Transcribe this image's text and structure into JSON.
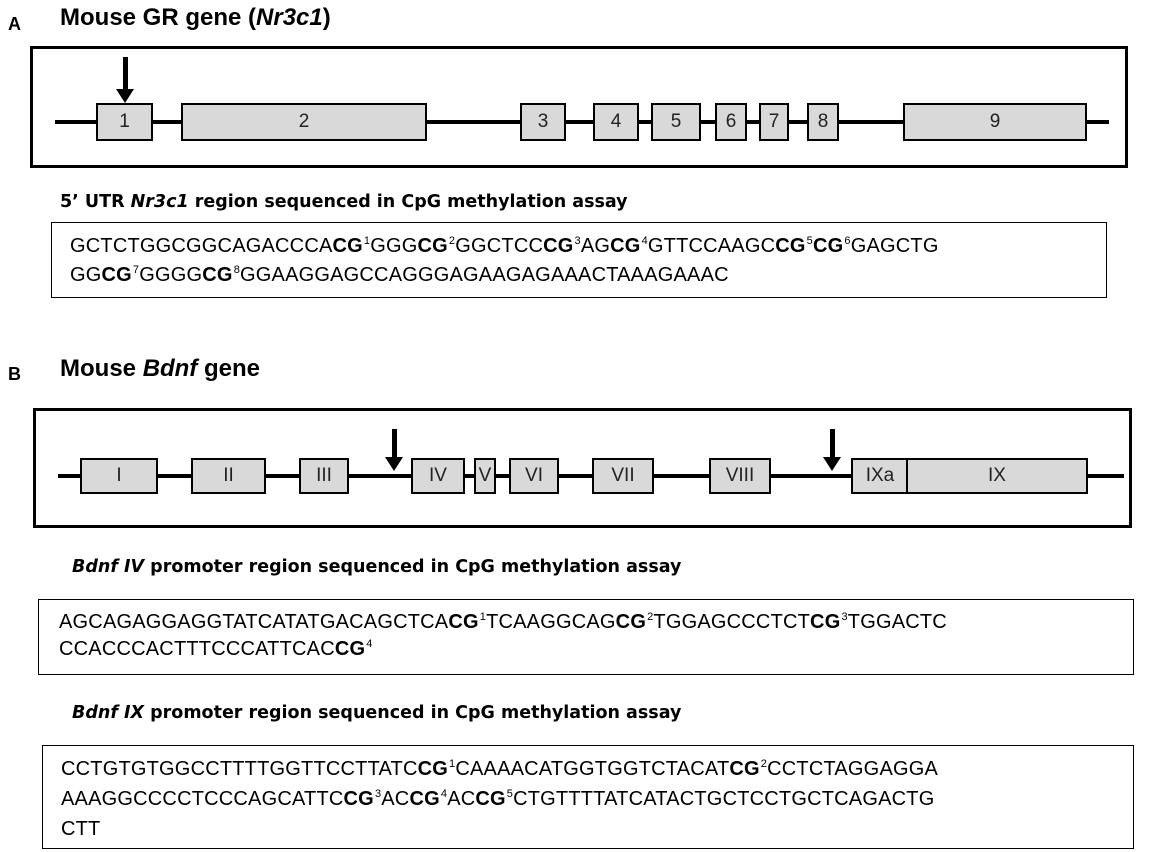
{
  "panel_a": {
    "letter": "A",
    "title_prefix": "Mouse GR gene (",
    "title_gene": "Nr3c1",
    "title_suffix": ")",
    "exons": [
      "1",
      "2",
      "3",
      "4",
      "5",
      "6",
      "7",
      "8",
      "9"
    ],
    "seq_label_prefix": "5’ UTR ",
    "seq_label_gene": "Nr3c1",
    "seq_label_suffix": " region sequenced in CpG methylation assay",
    "seq_lines": [
      [
        {
          "t": "GCTCTGGCGGCAGACCCA"
        },
        {
          "t": "CG",
          "b": true
        },
        {
          "sup": "1"
        },
        {
          "t": "GGG"
        },
        {
          "t": "CG",
          "b": true
        },
        {
          "sup": "2"
        },
        {
          "t": "GGCTCC"
        },
        {
          "t": "CG",
          "b": true
        },
        {
          "sup": "3"
        },
        {
          "t": "AG"
        },
        {
          "t": "CG",
          "b": true
        },
        {
          "sup": "4"
        },
        {
          "t": "GTTCCAAGC"
        },
        {
          "t": "CG",
          "b": true
        },
        {
          "sup": "5"
        },
        {
          "t": "CG",
          "b": true
        },
        {
          "sup": "6"
        },
        {
          "t": "GAGCTG"
        }
      ],
      [
        {
          "t": "GG"
        },
        {
          "t": "CG",
          "b": true
        },
        {
          "sup": "7"
        },
        {
          "t": "GGGG"
        },
        {
          "t": "CG",
          "b": true
        },
        {
          "sup": "8"
        },
        {
          "t": "GGAAGGAGCCAGGGAGAAGAGAAACTAAAGAAAC"
        }
      ]
    ]
  },
  "panel_b": {
    "letter": "B",
    "title_prefix": "Mouse ",
    "title_gene": "Bdnf",
    "title_suffix": " gene",
    "exons": [
      "I",
      "II",
      "III",
      "IV",
      "V",
      "VI",
      "VII",
      "VIII",
      "IXa",
      "IX"
    ],
    "seq_iv_label_gene": "Bdnf IV",
    "seq_iv_label_suffix": " promoter region sequenced in CpG methylation assay",
    "seq_iv_lines": [
      [
        {
          "t": "AGCAGAGGAGGTATCATATGACAGCTCA"
        },
        {
          "t": "CG",
          "b": true
        },
        {
          "sup": "1"
        },
        {
          "t": "TCAAGGCAG"
        },
        {
          "t": "CG",
          "b": true
        },
        {
          "sup": "2"
        },
        {
          "t": "TGGAGCCCTCT"
        },
        {
          "t": "CG",
          "b": true
        },
        {
          "sup": "3"
        },
        {
          "t": "TGGACTC"
        }
      ],
      [
        {
          "t": "CCACCCACTTTCCCATTCAC"
        },
        {
          "t": "CG",
          "b": true
        },
        {
          "sup": "4"
        }
      ]
    ],
    "seq_ix_label_gene": "Bdnf IX",
    "seq_ix_label_suffix": " promoter region sequenced in CpG methylation assay",
    "seq_ix_lines": [
      [
        {
          "t": "CCTGTGTGGCCTTTTGGTTCCTTATC"
        },
        {
          "t": "CG",
          "b": true
        },
        {
          "sup": "1"
        },
        {
          "t": "CAAAACATGGTGGTCTACAT"
        },
        {
          "t": "CG",
          "b": true
        },
        {
          "sup": "2"
        },
        {
          "t": "CCTCTAGGAGGA"
        }
      ],
      [
        {
          "t": "AAAGGCCCCTCCCAGCATTC"
        },
        {
          "t": "CG",
          "b": true
        },
        {
          "sup": "3"
        },
        {
          "t": "AC"
        },
        {
          "t": "CG",
          "b": true
        },
        {
          "sup": "4"
        },
        {
          "t": "AC"
        },
        {
          "t": "CG",
          "b": true
        },
        {
          "sup": "5"
        },
        {
          "t": "CTGTTTTATCATACTGCTCCTGCTCAGACTG"
        }
      ],
      [
        {
          "t": "CTT"
        }
      ]
    ]
  }
}
